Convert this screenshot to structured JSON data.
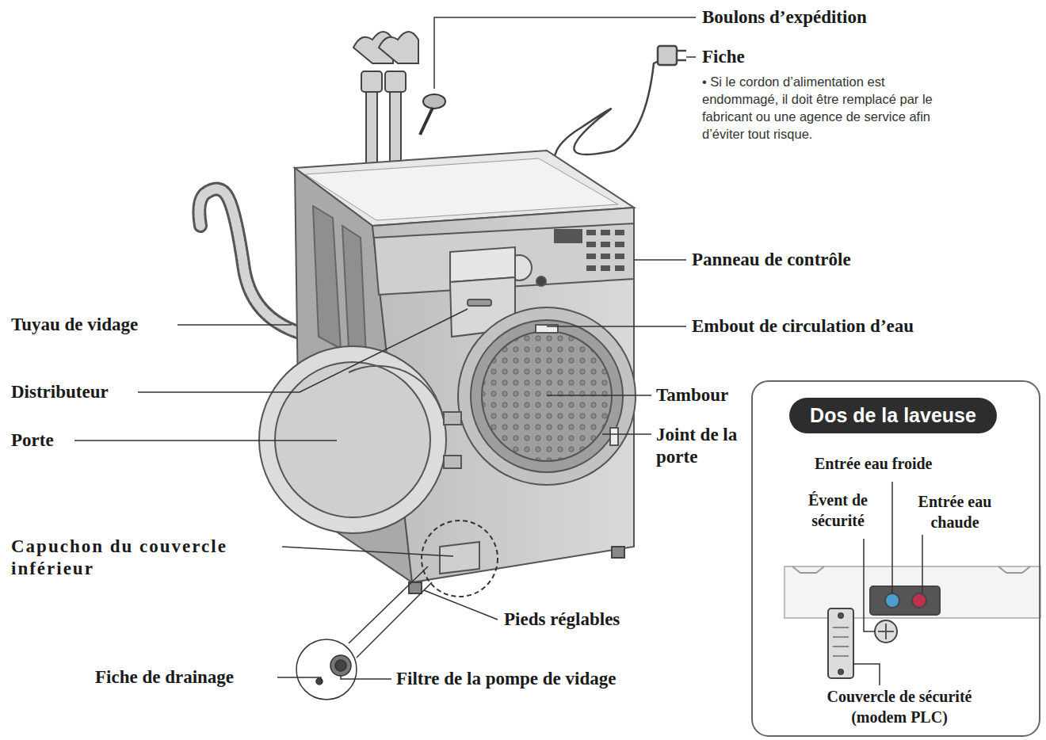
{
  "diagram": {
    "nodes": [
      {
        "text": [
          "Entrée eau froide",
          "Évent de sécurité",
          "Entrée eau chaude",
          "Couvercle de sécurité (modem PLC)"
        ]
      },
      {
        "text": [
          "Dos de la laveuse"
        ],
        "in": 0
      }
    ],
    "labels": [
      "Boulons d’expédition",
      "Fiche",
      "• Si le cordon d’alimentation est endommagé, il doit être remplacé par le fabricant ou une agence de service afin d’éviter tout risque.",
      "Panneau de contrôle",
      "Tuyau de vidage",
      "Embout de circulation d’eau",
      "Distributeur",
      "Tambour",
      "Porte",
      "Joint de la porte",
      "Capuchon du couvercle inférieur",
      "Pieds réglables",
      "Fiche de drainage",
      "Filtre de la pompe de vidage"
    ]
  }
}
